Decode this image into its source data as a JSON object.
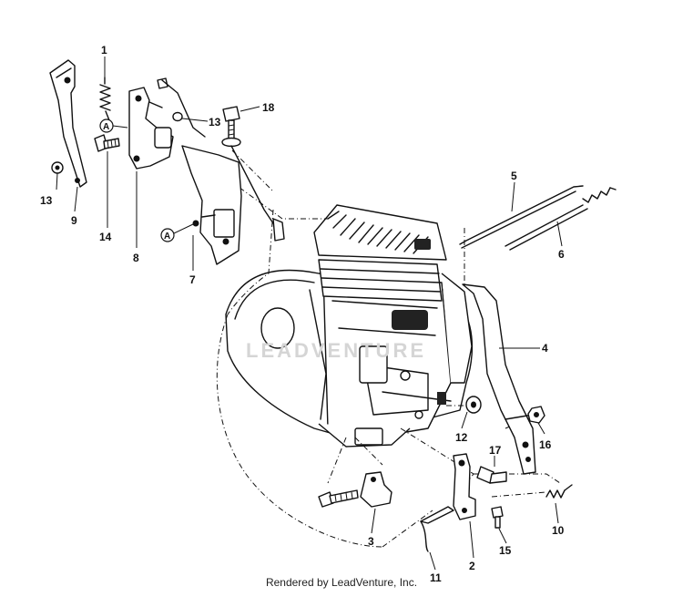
{
  "diagram": {
    "callouts": [
      {
        "id": "c1",
        "label": "1"
      },
      {
        "id": "c2",
        "label": "2"
      },
      {
        "id": "c3",
        "label": "3"
      },
      {
        "id": "c4",
        "label": "4"
      },
      {
        "id": "c5",
        "label": "5"
      },
      {
        "id": "c6",
        "label": "6"
      },
      {
        "id": "c7",
        "label": "7"
      },
      {
        "id": "c8",
        "label": "8"
      },
      {
        "id": "c9",
        "label": "9"
      },
      {
        "id": "c10",
        "label": "10"
      },
      {
        "id": "c11",
        "label": "11"
      },
      {
        "id": "c12",
        "label": "12"
      },
      {
        "id": "c13a",
        "label": "13"
      },
      {
        "id": "c13b",
        "label": "13"
      },
      {
        "id": "c14",
        "label": "14"
      },
      {
        "id": "c15",
        "label": "15"
      },
      {
        "id": "c16",
        "label": "16"
      },
      {
        "id": "c17",
        "label": "17"
      },
      {
        "id": "c18",
        "label": "18"
      }
    ],
    "reference_marks": [
      {
        "id": "ra1",
        "label": "A"
      },
      {
        "id": "ra2",
        "label": "A"
      }
    ],
    "watermark": "LEADVENTURE"
  },
  "footer": {
    "text": "Rendered by LeadVenture, Inc."
  }
}
